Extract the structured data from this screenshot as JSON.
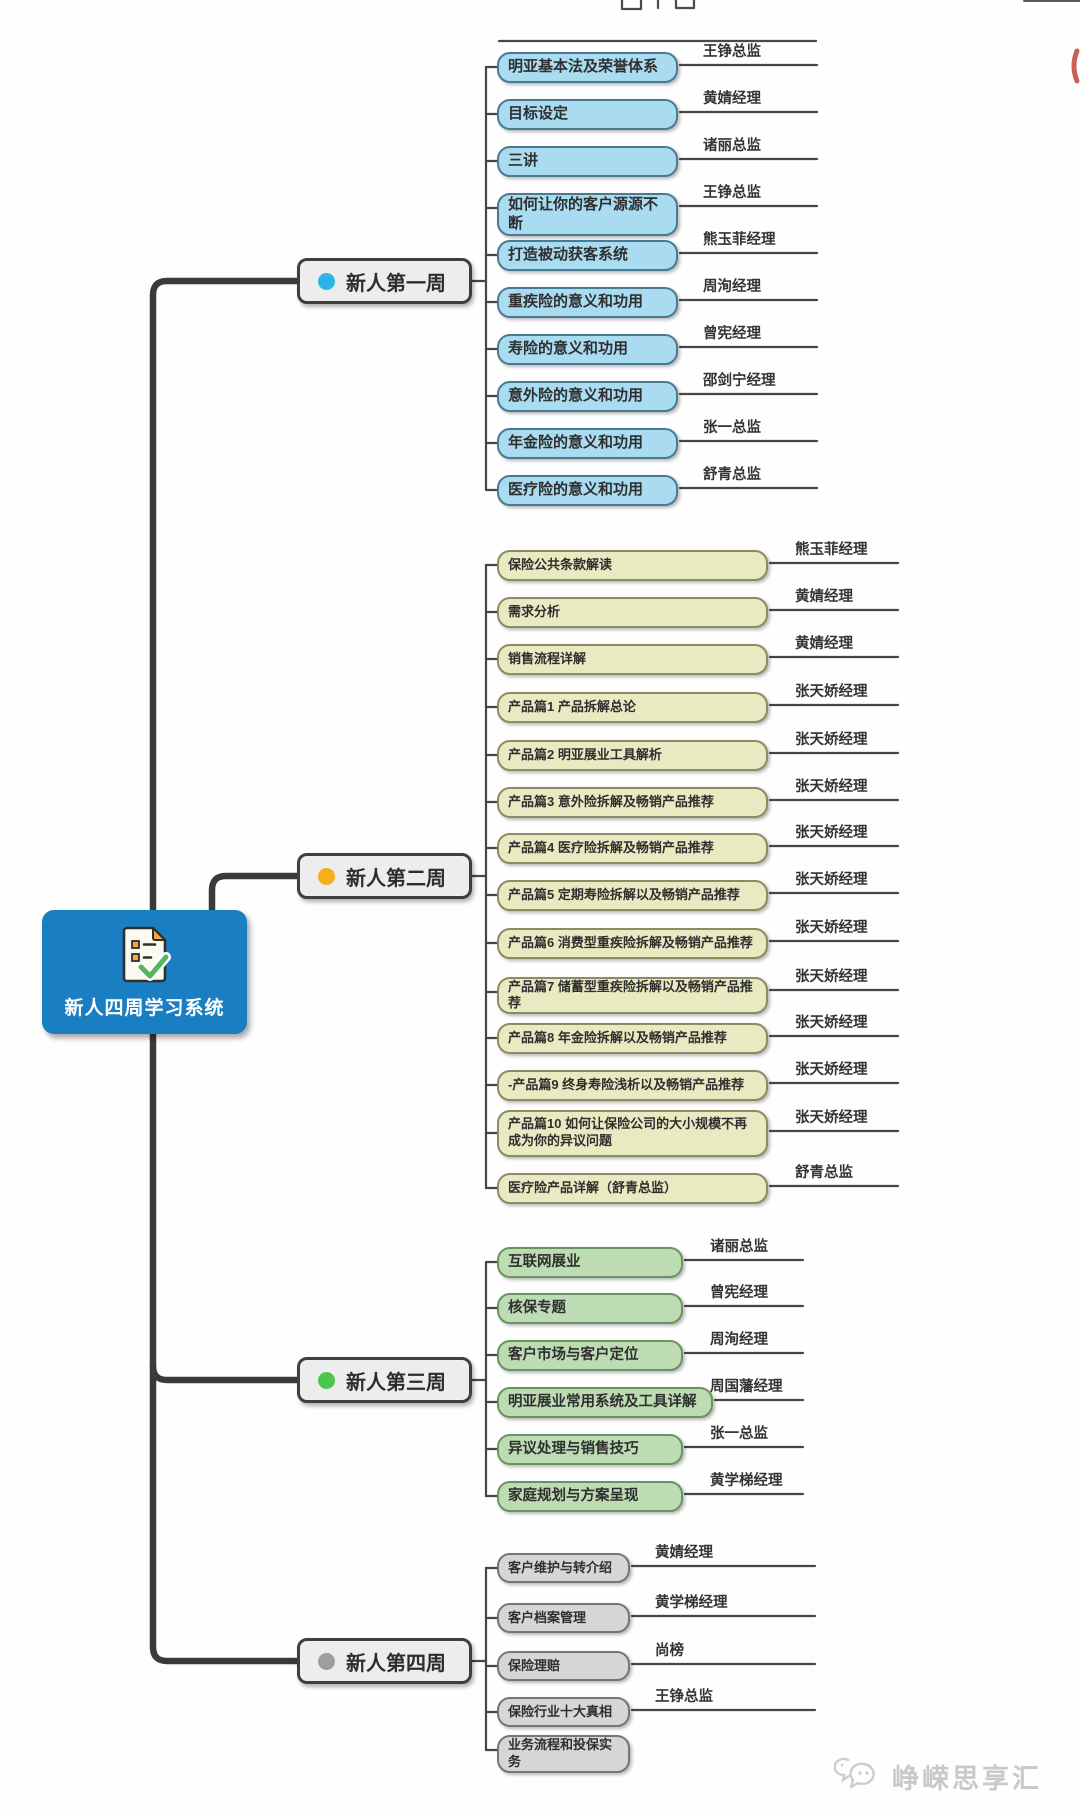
{
  "root": {
    "title": "新人四周学习系统",
    "color": "#1a7fc2",
    "icon": "checklist-document-icon"
  },
  "branches": [
    {
      "label": "新人第一周",
      "dot_color": "#2cb3e8",
      "node_fill": "#a9dbf1",
      "node_border": "#4a7a91",
      "topics": [
        {
          "label": "明亚基本法及荣誉体系",
          "instructor": "王铮总监"
        },
        {
          "label": "目标设定",
          "instructor": "黄婧经理"
        },
        {
          "label": "三讲",
          "instructor": "诸丽总监"
        },
        {
          "label": "如何让你的客户源源不断",
          "instructor": "王铮总监"
        },
        {
          "label": "打造被动获客系统",
          "instructor": "熊玉菲经理"
        },
        {
          "label": "重疾险的意义和功用",
          "instructor": "周洵经理"
        },
        {
          "label": "寿险的意义和功用",
          "instructor": "曾宪经理"
        },
        {
          "label": "意外险的意义和功用",
          "instructor": "邵剑宁经理"
        },
        {
          "label": "年金险的意义和功用",
          "instructor": "张一总监"
        },
        {
          "label": "医疗险的意义和功用",
          "instructor": "舒青总监"
        }
      ]
    },
    {
      "label": "新人第二周",
      "dot_color": "#f5af19",
      "node_fill": "#eaeac2",
      "node_border": "#8c8c62",
      "topics": [
        {
          "label": "保险公共条款解读",
          "instructor": "熊玉菲经理"
        },
        {
          "label": "需求分析",
          "instructor": "黄婧经理"
        },
        {
          "label": "销售流程详解",
          "instructor": "黄婧经理"
        },
        {
          "label": "产品篇1 产品拆解总论",
          "instructor": "张天娇经理"
        },
        {
          "label": "产品篇2 明亚展业工具解析",
          "instructor": "张天娇经理"
        },
        {
          "label": "产品篇3 意外险拆解及畅销产品推荐",
          "instructor": "张天娇经理"
        },
        {
          "label": "产品篇4 医疗险拆解及畅销产品推荐",
          "instructor": "张天娇经理"
        },
        {
          "label": "产品篇5 定期寿险拆解以及畅销产品推荐",
          "instructor": "张天娇经理"
        },
        {
          "label": "产品篇6 消费型重疾险拆解及畅销产品推荐",
          "instructor": "张天娇经理"
        },
        {
          "label": "产品篇7 储蓄型重疾险拆解以及畅销产品推荐",
          "instructor": "张天娇经理"
        },
        {
          "label": "产品篇8 年金险拆解以及畅销产品推荐",
          "instructor": "张天娇经理"
        },
        {
          "label": "-产品篇9 终身寿险浅析以及畅销产品推荐",
          "instructor": "张天娇经理"
        },
        {
          "label": "产品篇10 如何让保险公司的大小规模不再成为你的异议问题",
          "instructor": "张天娇经理"
        },
        {
          "label": "医疗险产品详解（舒青总监）",
          "instructor": "舒青总监"
        }
      ]
    },
    {
      "label": "新人第三周",
      "dot_color": "#4cc74c",
      "node_fill": "#bedcb4",
      "node_border": "#69945f",
      "topics": [
        {
          "label": "互联网展业",
          "instructor": "诸丽总监"
        },
        {
          "label": "核保专题",
          "instructor": "曾宪经理"
        },
        {
          "label": "客户市场与客户定位",
          "instructor": "周洵经理"
        },
        {
          "label": "明亚展业常用系统及工具详解",
          "instructor": "周国藩经理"
        },
        {
          "label": "异议处理与销售技巧",
          "instructor": "张一总监"
        },
        {
          "label": "家庭规划与方案呈现",
          "instructor": "黄学梯经理"
        }
      ]
    },
    {
      "label": "新人第四周",
      "dot_color": "#9e9e9e",
      "node_fill": "#d6d6d6",
      "node_border": "#757575",
      "topics": [
        {
          "label": "客户维护与转介绍",
          "instructor": "黄婧经理"
        },
        {
          "label": "客户档案管理",
          "instructor": "黄学梯经理"
        },
        {
          "label": "保险理赔",
          "instructor": "尚榜"
        },
        {
          "label": "保险行业十大真相",
          "instructor": "王铮总监"
        },
        {
          "label": "业务流程和投保实务",
          "instructor": ""
        }
      ]
    }
  ],
  "watermark": {
    "text": "峥嵘思享汇",
    "icon": "chat-bubbles-icon"
  },
  "artifacts": {
    "edge_mark_color": "#c96055"
  }
}
